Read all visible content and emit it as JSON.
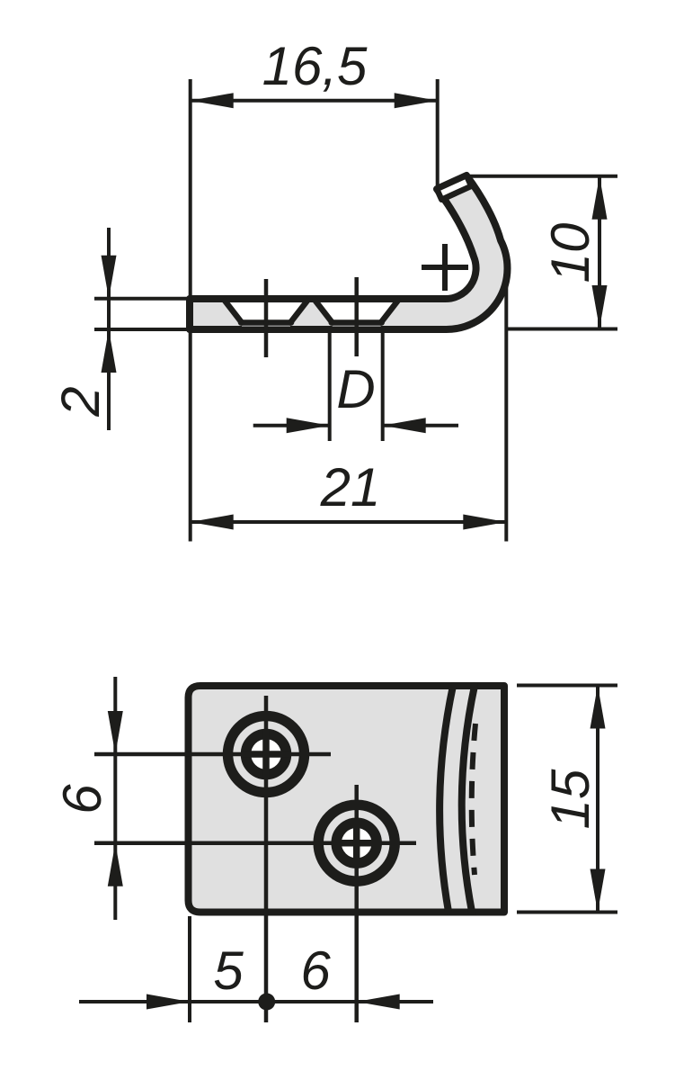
{
  "drawing": {
    "kind": "two-view technical drawing of a sheet-metal hook",
    "colors": {
      "line": "#1d1d1b",
      "part_fill": "#e0e0e0",
      "background": "#ffffff"
    },
    "dimensions": {
      "side_view": {
        "hook_tip_offset": "16,5",
        "hook_height": "10",
        "material_thickness": "2",
        "hole_diameter": "D",
        "overall_length": "21"
      },
      "plan_view": {
        "hole_vertical_spacing": "6",
        "plate_width": "15",
        "edge_to_first_hole": "5",
        "hole_horizontal_spacing": "6"
      }
    }
  }
}
